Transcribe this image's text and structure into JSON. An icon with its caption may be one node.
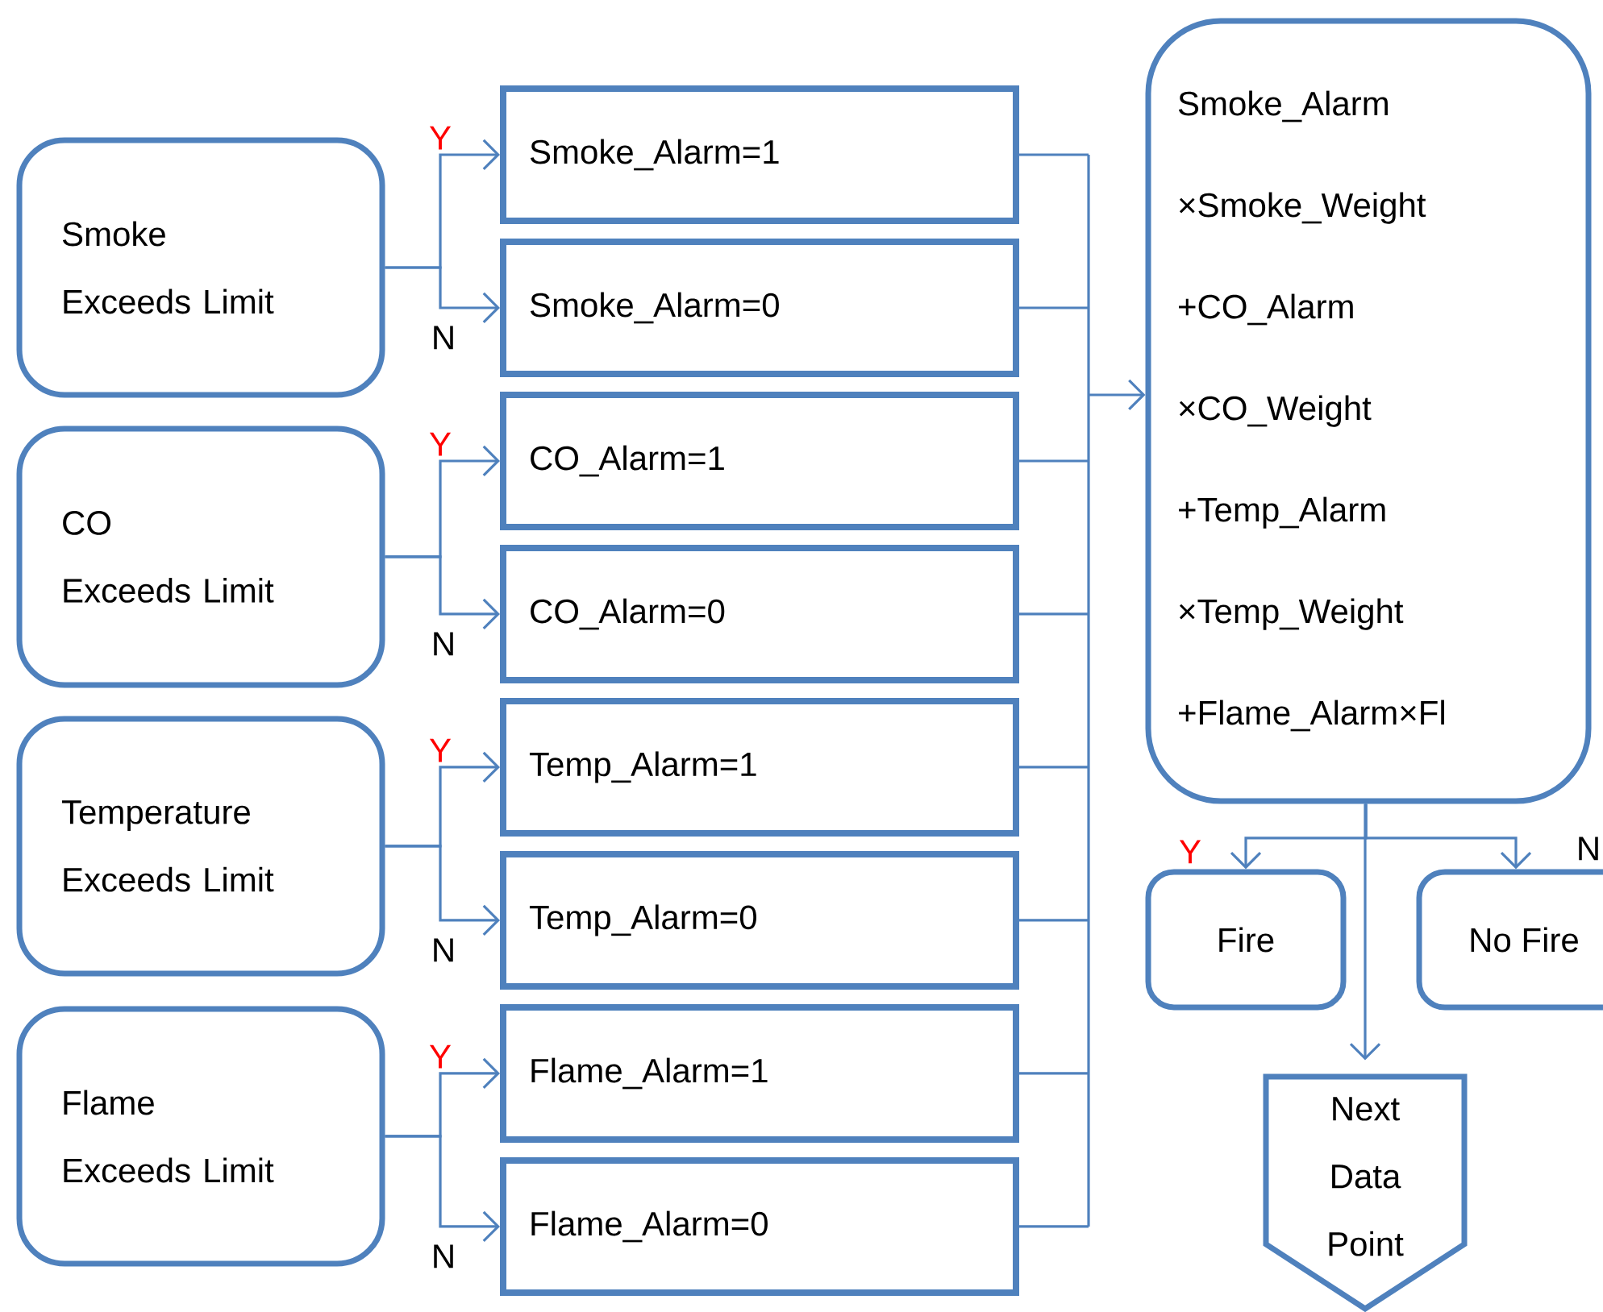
{
  "diagram": {
    "nodes": [
      {
        "text": [
          "Smoke",
          "Exceeds Limit"
        ]
      },
      {
        "text": [
          "CO",
          "Exceeds Limit"
        ]
      },
      {
        "text": [
          "Temperature",
          "Exceeds Limit"
        ]
      },
      {
        "text": [
          "Flame",
          "Exceeds Limit"
        ]
      },
      {
        "text": [
          "Smoke_Alarm=1"
        ]
      },
      {
        "text": [
          "Smoke_Alarm=0"
        ]
      },
      {
        "text": [
          "CO_Alarm=1"
        ]
      },
      {
        "text": [
          "CO_Alarm=0"
        ]
      },
      {
        "text": [
          "Temp_Alarm=1"
        ]
      },
      {
        "text": [
          "Temp_Alarm=0"
        ]
      },
      {
        "text": [
          "Flame_Alarm=1"
        ]
      },
      {
        "text": [
          "Flame_Alarm=0"
        ]
      },
      {
        "text": [
          "Smoke_Alarm ×Smoke_Weight +CO_Alarm ×CO_Weight +Temp_Alarm ×Temp_Weight +Flame_Alarm×Fl"
        ]
      },
      {
        "text": [
          "Fire"
        ]
      },
      {
        "text": [
          "No Fire"
        ]
      },
      {
        "text": [
          "Next Data Point"
        ]
      }
    ],
    "edges": [
      {
        "from": 0,
        "to": 4,
        "arrow": "to",
        "label": "Y"
      },
      {
        "from": 0,
        "to": 5,
        "arrow": "to",
        "label": "N"
      },
      {
        "from": 1,
        "to": 6,
        "arrow": "to",
        "label": "Y"
      },
      {
        "from": 1,
        "to": 7,
        "arrow": "to",
        "label": "N"
      },
      {
        "from": 2,
        "to": 8,
        "arrow": "to",
        "label": "Y"
      },
      {
        "from": 2,
        "to": 9,
        "arrow": "to",
        "label": "N"
      },
      {
        "from": 3,
        "to": 10,
        "arrow": "to",
        "label": "Y"
      },
      {
        "from": 3,
        "to": 11,
        "arrow": "to",
        "label": "N"
      },
      {
        "from": 4,
        "to": 12,
        "arrow": "to"
      },
      {
        "from": 5,
        "to": 12,
        "arrow": "to"
      },
      {
        "from": 6,
        "to": 12,
        "arrow": "to"
      },
      {
        "from": 7,
        "to": 12,
        "arrow": "to"
      },
      {
        "from": 8,
        "to": 12,
        "arrow": "to"
      },
      {
        "from": 9,
        "to": 12,
        "arrow": "to"
      },
      {
        "from": 10,
        "to": 12,
        "arrow": "to"
      },
      {
        "from": 11,
        "to": 12,
        "arrow": "to"
      },
      {
        "from": 12,
        "to": 13,
        "arrow": "to",
        "label": "Y"
      },
      {
        "from": 12,
        "to": 14,
        "arrow": "to",
        "label": "N"
      },
      {
        "from": 12,
        "to": 15,
        "arrow": "to"
      }
    ]
  }
}
